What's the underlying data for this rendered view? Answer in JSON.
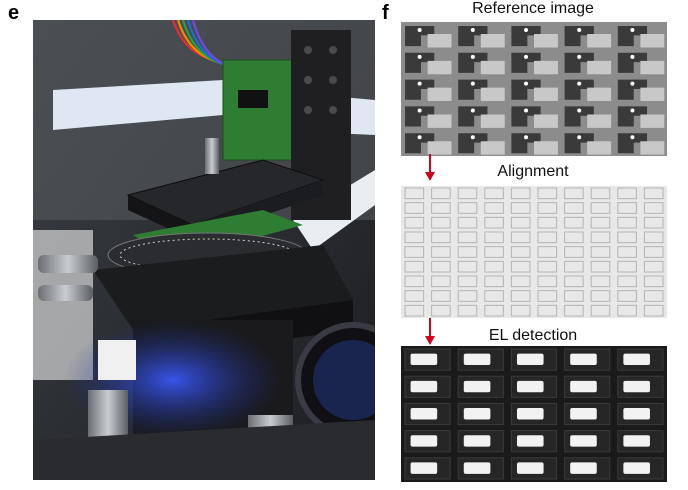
{
  "panels": {
    "e": {
      "letter": "e"
    },
    "f": {
      "letter": "f",
      "steps": [
        {
          "title": "Reference image"
        },
        {
          "title": "Alignment"
        },
        {
          "title": "EL detection"
        }
      ]
    }
  },
  "colors": {
    "arrow": "#d0021b",
    "reference_dark": "#3a3a3a",
    "reference_mid": "#8c8c8c",
    "reference_light": "#c8c8c8",
    "alignment_bg": "#e8e8e8",
    "el_bg": "#1a1a1a",
    "el_emission": "#f2f2f2"
  },
  "grid": {
    "columns": 5,
    "rows": 5
  }
}
